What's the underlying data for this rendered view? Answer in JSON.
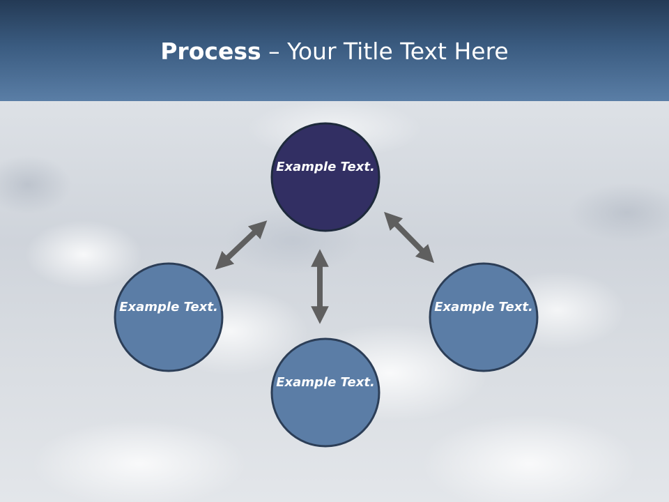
{
  "title": {
    "bold": "Process",
    "rest": " – Your Title Text Here"
  },
  "nodes": [
    {
      "label": "Example Text.",
      "color": "#322f63"
    },
    {
      "label": "Example Text.",
      "color": "#5b7da6"
    },
    {
      "label": "Example Text.",
      "color": "#5b7da6"
    },
    {
      "label": "Example Text.",
      "color": "#5b7da6"
    }
  ],
  "colors": {
    "header": "#3a5b80",
    "node_border": "#2c3e57",
    "arrow": "#5f5f5f"
  }
}
